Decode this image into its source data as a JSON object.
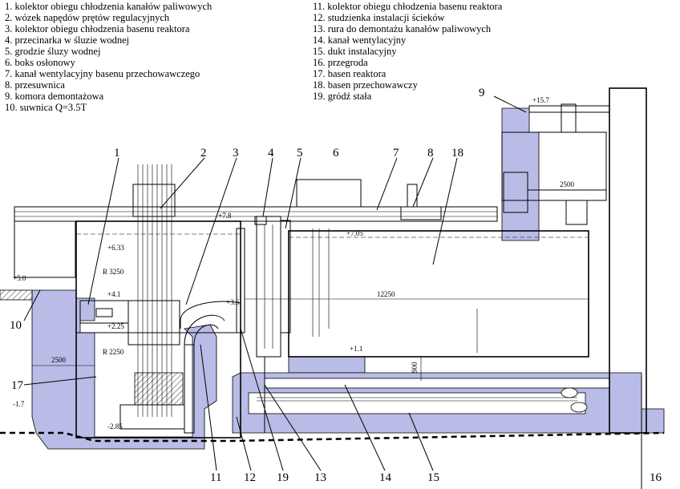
{
  "legend": {
    "left": [
      "1. kolektor obiegu chłodzenia kanałów paliwowych",
      "2. wózek napędów prętów regulacyjnych",
      "3. kolektor obiegu chłodzenia basenu reaktora",
      "4. przecinarka w śluzie wodnej",
      "5. grodzie śluzy wodnej",
      "6. boks osłonowy",
      "7. kanał wentylacyjny basenu przechowawczego",
      "8. przesuwnica",
      "9. komora demontażowa",
      "10. suwnica  Q=3.5T"
    ],
    "right": [
      "11. kolektor obiegu chłodzenia basenu reaktora",
      "12. studzienka instalacji ścieków",
      "13. rura do demontażu kanałów paliwowych",
      "14. kanał wentylacyjny",
      "15. dukt instalacyjny",
      "16. przegroda",
      "17. basen reaktora",
      "18. basen przechowawczy",
      "19. gródź stała"
    ]
  },
  "callouts": {
    "n1": "1",
    "n2": "2",
    "n3": "3",
    "n4": "4",
    "n5": "5",
    "n6": "6",
    "n7": "7",
    "n8": "8",
    "n9": "9",
    "n10": "10",
    "n11": "11",
    "n12": "12",
    "n13": "13",
    "n14": "14",
    "n15": "15",
    "n16": "16",
    "n17": "17",
    "n18": "18",
    "n19": "19"
  },
  "elevations": {
    "e157": "+15.7",
    "e78": "+7.8",
    "e705": "+7.05",
    "e633": "+6.33",
    "e50": "+5.0",
    "e41": "+4.1",
    "e36": "+3.6",
    "e225": "+2.25",
    "e11": "+1.1",
    "em17": "-1.7",
    "em285": "-2.85"
  },
  "dimensions": {
    "d2500_top": "2500",
    "d2500_left": "2500",
    "d12250": "12250",
    "r3250": "R 3250",
    "r2250": "R 2250",
    "d900": "900"
  },
  "colors": {
    "concrete": "#b9bce6",
    "line": "#000000"
  }
}
